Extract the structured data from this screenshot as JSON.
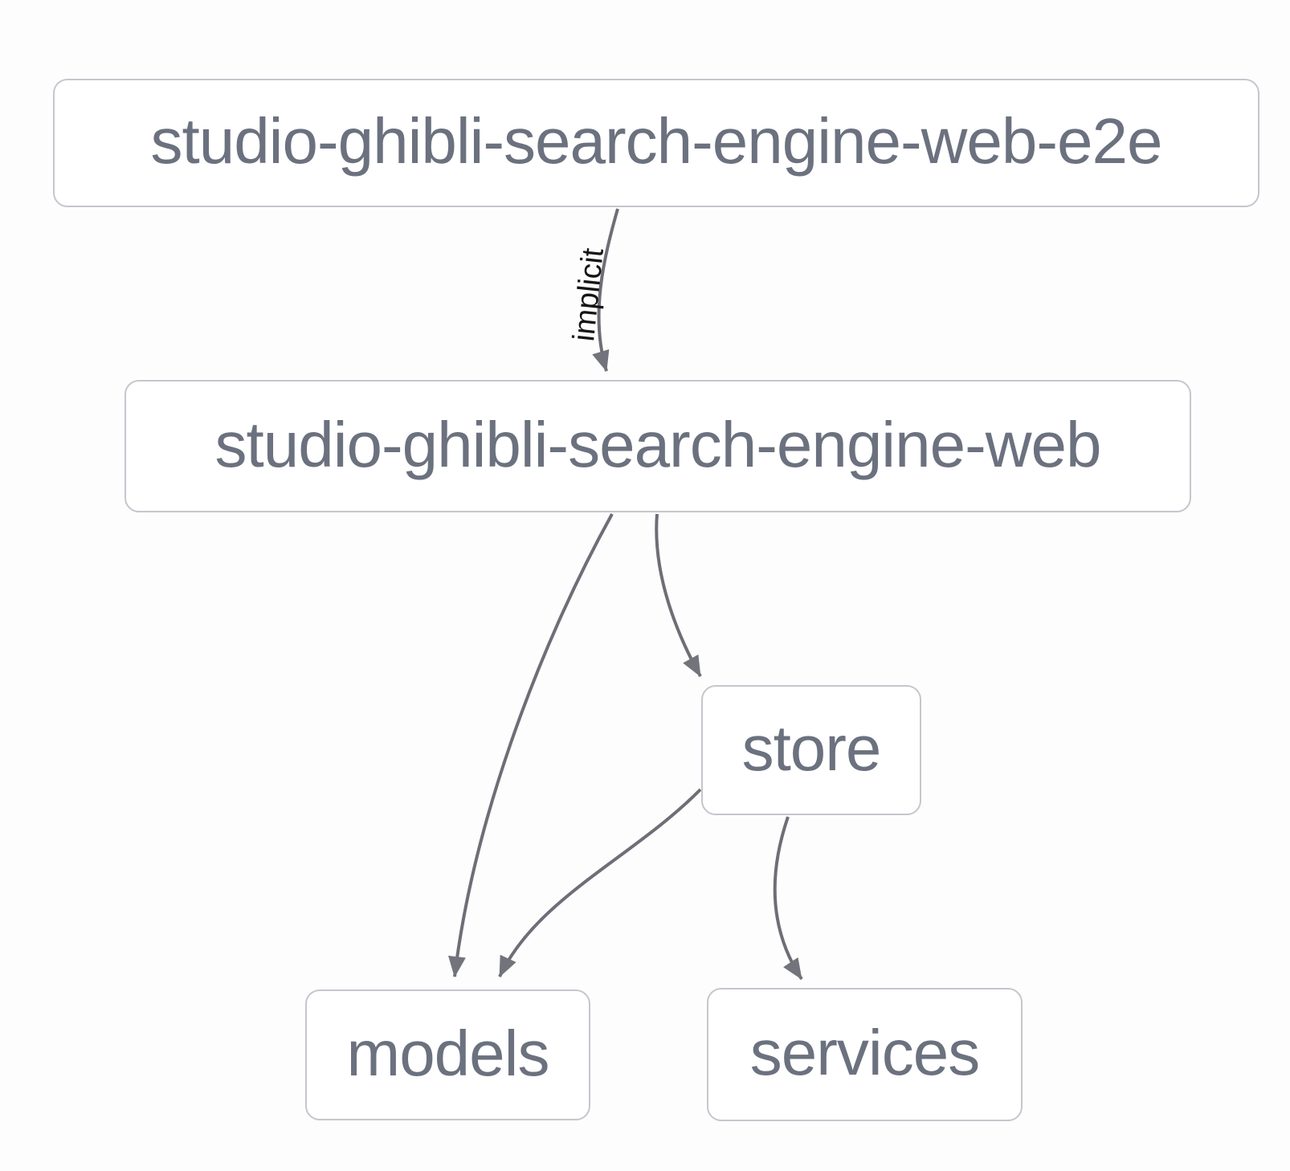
{
  "diagram": {
    "type": "dependency-graph",
    "nodes": {
      "e2e": {
        "label": "studio-ghibli-search-engine-web-e2e"
      },
      "web": {
        "label": "studio-ghibli-search-engine-web"
      },
      "store": {
        "label": "store"
      },
      "models": {
        "label": "models"
      },
      "services": {
        "label": "services"
      }
    },
    "edges": [
      {
        "from": "studio-ghibli-search-engine-web-e2e",
        "to": "studio-ghibli-search-engine-web",
        "label": "implicit"
      },
      {
        "from": "studio-ghibli-search-engine-web",
        "to": "models",
        "label": ""
      },
      {
        "from": "studio-ghibli-search-engine-web",
        "to": "store",
        "label": ""
      },
      {
        "from": "store",
        "to": "models",
        "label": ""
      },
      {
        "from": "store",
        "to": "services",
        "label": ""
      }
    ],
    "colors": {
      "background": "#fdfdfe",
      "node_fill": "#ffffff",
      "node_border": "#c6c6cd",
      "node_text": "#6b717e",
      "edge_stroke": "#6e6e77",
      "arrowhead_fill": "#73737c",
      "edge_label_text": "#151515"
    }
  }
}
